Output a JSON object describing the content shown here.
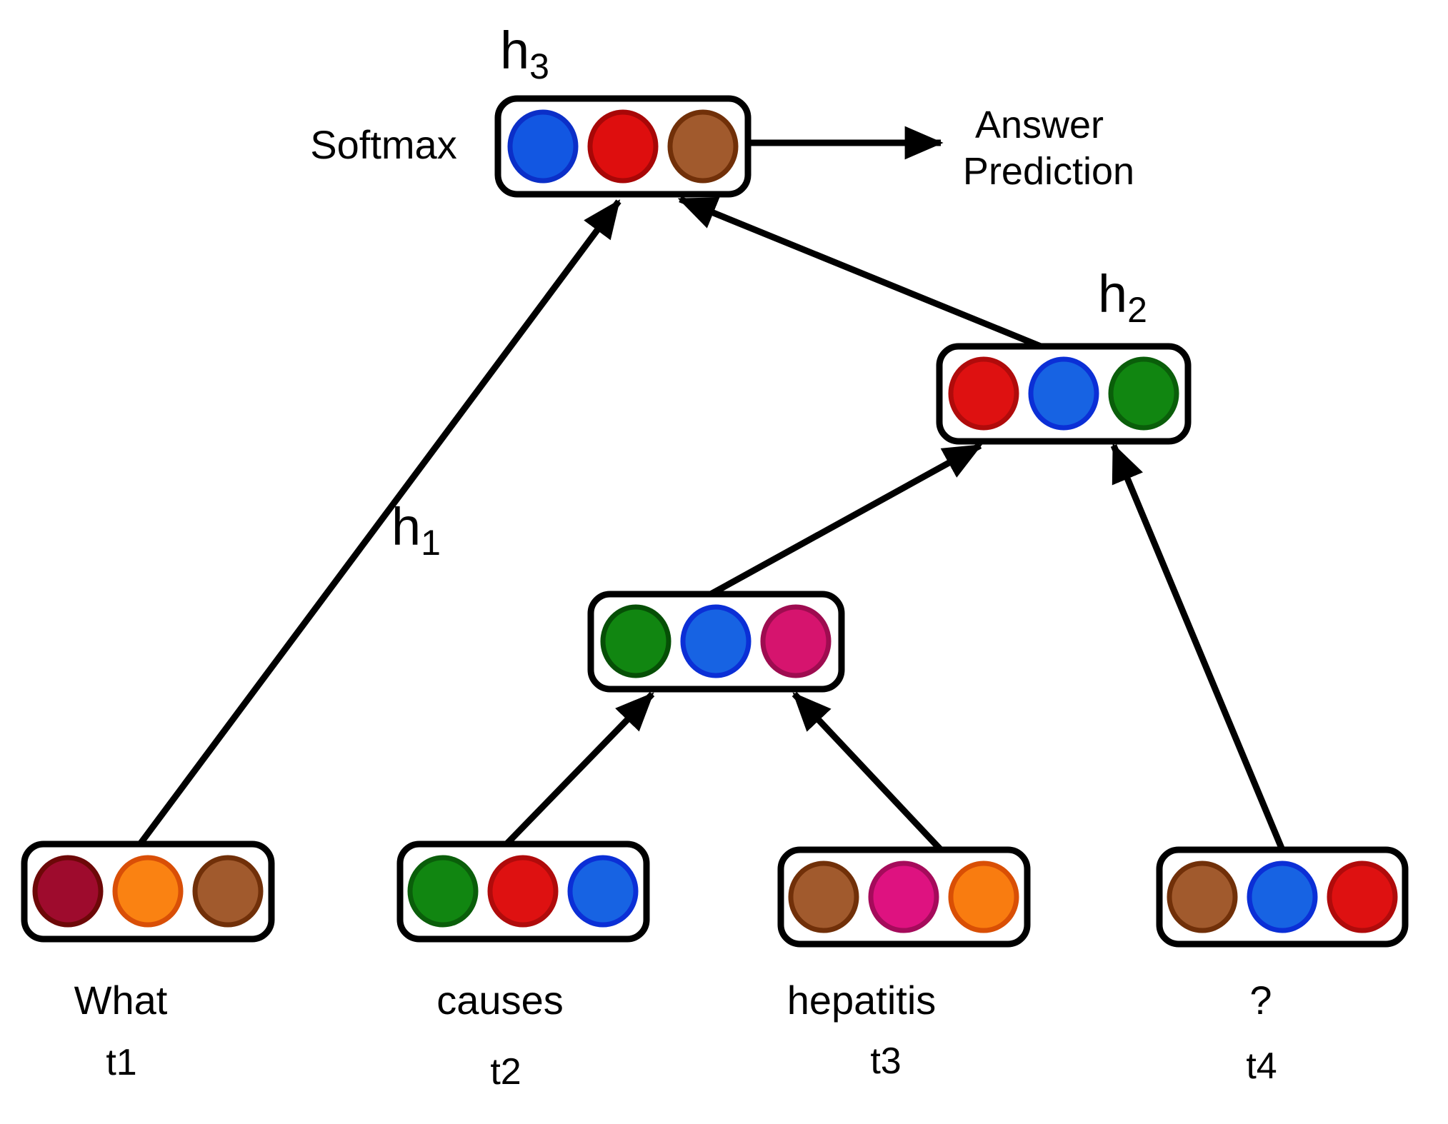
{
  "diagram": {
    "title_labels": {
      "softmax": "Softmax",
      "answer_line1": "Answer",
      "answer_line2": "Prediction"
    },
    "hidden_state_labels": {
      "h1": {
        "base": "h",
        "sub": "1"
      },
      "h2": {
        "base": "h",
        "sub": "2"
      },
      "h3": {
        "base": "h",
        "sub": "3"
      }
    },
    "tokens": [
      {
        "word": "What",
        "time": "t1"
      },
      {
        "word": "causes",
        "time": "t2"
      },
      {
        "word": "hepatitis",
        "time": "t3"
      },
      {
        "word": "?",
        "time": "t4"
      }
    ],
    "edge_color": "#000000",
    "box_border_color": "#000000",
    "nodes": {
      "h3": {
        "circles": [
          {
            "fill": "#1257E2",
            "stroke": "#0B2FC8"
          },
          {
            "fill": "#DE0E0E",
            "stroke": "#A80707"
          },
          {
            "fill": "#A15A2D",
            "stroke": "#713009"
          }
        ]
      },
      "h2": {
        "circles": [
          {
            "fill": "#DE1111",
            "stroke": "#B00B0B"
          },
          {
            "fill": "#1763E3",
            "stroke": "#0B2FD6"
          },
          {
            "fill": "#118611",
            "stroke": "#0A5E0A"
          }
        ]
      },
      "mid": {
        "circles": [
          {
            "fill": "#118611",
            "stroke": "#064F06"
          },
          {
            "fill": "#1763E3",
            "stroke": "#0B2FD6"
          },
          {
            "fill": "#D6146E",
            "stroke": "#9E0C50"
          }
        ]
      },
      "t1": {
        "circles": [
          {
            "fill": "#9E0B2D",
            "stroke": "#6D0808"
          },
          {
            "fill": "#FA8212",
            "stroke": "#D94F07"
          },
          {
            "fill": "#A15A2D",
            "stroke": "#713009"
          }
        ]
      },
      "t2": {
        "circles": [
          {
            "fill": "#118611",
            "stroke": "#0A5E0A"
          },
          {
            "fill": "#DE1111",
            "stroke": "#B00B0B"
          },
          {
            "fill": "#1763E3",
            "stroke": "#0B2FD6"
          }
        ]
      },
      "t3": {
        "circles": [
          {
            "fill": "#A15A2D",
            "stroke": "#713009"
          },
          {
            "fill": "#DE1280",
            "stroke": "#A50B5B"
          },
          {
            "fill": "#F97C10",
            "stroke": "#D94F05"
          }
        ]
      },
      "t4": {
        "circles": [
          {
            "fill": "#A15A2D",
            "stroke": "#713009"
          },
          {
            "fill": "#1763E3",
            "stroke": "#0B2FD6"
          },
          {
            "fill": "#DE1111",
            "stroke": "#B00B0B"
          }
        ]
      }
    }
  }
}
